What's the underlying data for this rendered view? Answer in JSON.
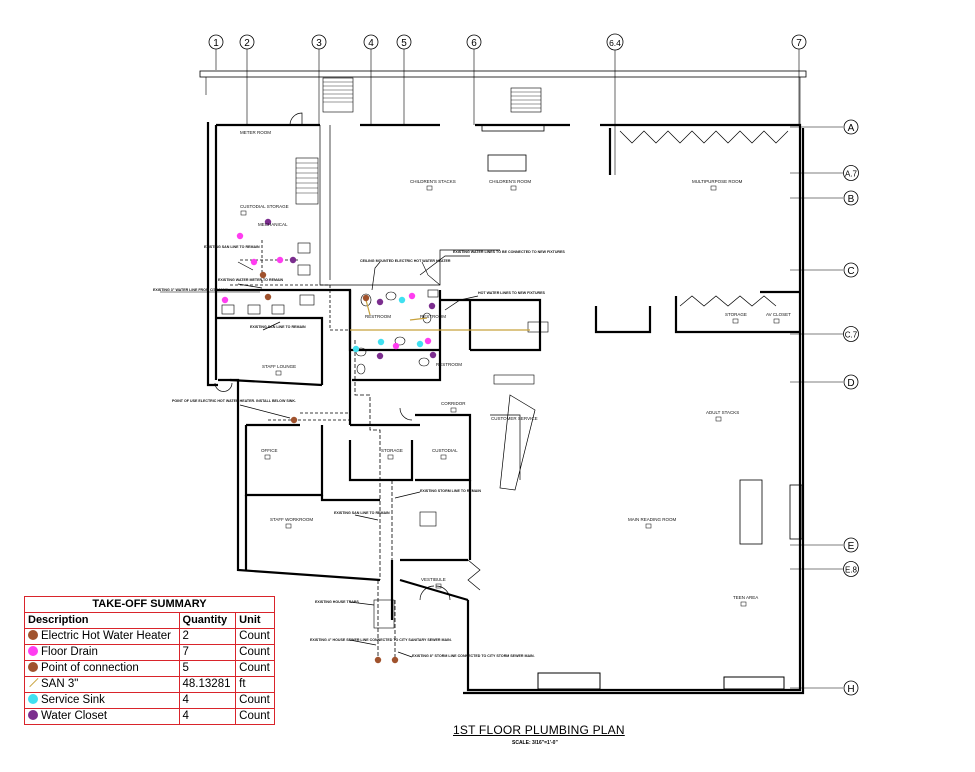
{
  "grid_columns": [
    "1",
    "2",
    "3",
    "4",
    "5",
    "6",
    "6.4",
    "7"
  ],
  "grid_rows": [
    "A",
    "A.7",
    "B",
    "C",
    "C.7",
    "D",
    "E",
    "E.8",
    "H"
  ],
  "rooms": {
    "meter_room": "METER ROOM",
    "custodial_storage": "CUSTODIAL STORAGE",
    "mechanical": "MECHANICAL",
    "childrens_stacks": "CHILDREN'S STACKS",
    "childrens_room": "CHILDREN'S ROOM",
    "multipurpose_room": "MULTIPURPOSE ROOM",
    "restroom_1": "RESTROOM",
    "restroom_2": "RESTROOM",
    "restroom_3": "RESTROOM",
    "storage": "STORAGE",
    "av_closet": "AV CLOSET",
    "staff_lounge": "STAFF LOUNGE",
    "corridor": "CORRIDOR",
    "customer_service": "CUSTOMER SERVICE",
    "adult_stacks": "ADULT STACKS",
    "office": "OFFICE",
    "storage_2": "STORAGE",
    "custodial": "CUSTODIAL",
    "staff_workroom": "STAFF WORKROOM",
    "main_reading_room": "MAIN READING ROOM",
    "vestibule": "VESTIBULE",
    "teen_area": "TEEN AREA"
  },
  "notes": {
    "n1": "EXISTING WATER LINES TO BE CONNECTED TO NEW FIXTURES",
    "n2": "CEILING MOUNTED ELECTRIC HOT WATER HEATER",
    "n3": "HOT WATER LINES TO NEW FIXTURES",
    "n4": "EXISTING 3\" WATER LINE FROM CITY MAIN",
    "n5": "EXISTING SAN LINE TO REMAIN",
    "n6": "EXISTING WATER METER TO REMAIN",
    "n7": "EXISTING SAN LINE TO REMAIN",
    "n8": "POINT OF USE ELECTRIC HOT WATER HEATER. INSTALL BELOW SINK.",
    "n9": "EXISTING STORM LINE TO REMAIN",
    "n10": "EXISTING SAN LINE TO REMAIN",
    "n11": "EXISTING HOUSE TRAPS",
    "n12": "EXISTING 4\" HOUSE SEWER LINE CONNECTED TO CITY SANITARY SEWER MAIN.",
    "n13": "EXISTING 8\" STORM LINE CONNECTED TO CITY STORM SEWER MAIN."
  },
  "takeoff": {
    "title": "TAKE-OFF SUMMARY",
    "headers": [
      "Description",
      "Quantity",
      "Unit"
    ],
    "rows": [
      {
        "color": "#a0522d",
        "icon": "dot",
        "description": "Electric Hot Water Heater",
        "quantity": "2",
        "unit": "Count"
      },
      {
        "color": "#ff3df0",
        "icon": "dot",
        "description": "Floor Drain",
        "quantity": "7",
        "unit": "Count"
      },
      {
        "color": "#a0522d",
        "icon": "dot",
        "description": "Point of connection",
        "quantity": "5",
        "unit": "Count"
      },
      {
        "color": "#c8a23c",
        "icon": "line",
        "description": "SAN 3\"",
        "quantity": "48.13281",
        "unit": "ft"
      },
      {
        "color": "#40e0f0",
        "icon": "dot",
        "description": "Service Sink",
        "quantity": "4",
        "unit": "Count"
      },
      {
        "color": "#7b2d8e",
        "icon": "dot",
        "description": "Water Closet",
        "quantity": "4",
        "unit": "Count"
      }
    ]
  },
  "plan_title": "1ST FLOOR PLUMBING PLAN",
  "plan_scale": "SCALE: 3/16\"=1'-0\""
}
